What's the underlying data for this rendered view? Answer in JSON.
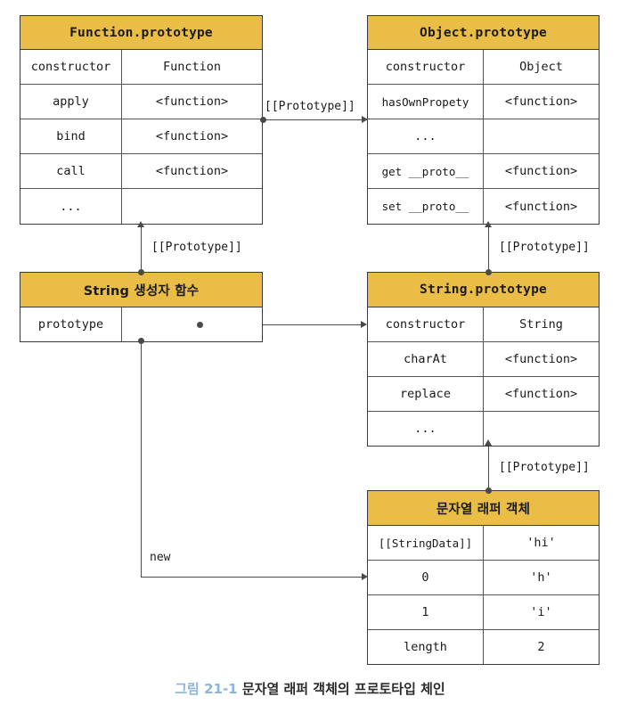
{
  "diagram": {
    "title_caption_number": "그림 21-1",
    "title_caption_text": "문자열 래퍼 객체의 프로토타입 체인",
    "accent_header_color": "#e9bd46",
    "line_color": "#4a4a4a",
    "caption_number_color": "#8cb4dd"
  },
  "boxes": {
    "function_prototype": {
      "title": "Function.prototype",
      "rows": [
        {
          "key": "constructor",
          "value": "Function"
        },
        {
          "key": "apply",
          "value": "<function>"
        },
        {
          "key": "bind",
          "value": "<function>"
        },
        {
          "key": "call",
          "value": "<function>"
        },
        {
          "key": "...",
          "value": ""
        }
      ]
    },
    "object_prototype": {
      "title": "Object.prototype",
      "rows": [
        {
          "key": "constructor",
          "value": "Object"
        },
        {
          "key": "hasOwnPropety",
          "value": "<function>"
        },
        {
          "key": "...",
          "value": ""
        },
        {
          "key": "get __proto__",
          "value": "<function>"
        },
        {
          "key": "set __proto__",
          "value": "<function>"
        }
      ]
    },
    "string_constructor": {
      "title": "String 생성자 함수",
      "rows": [
        {
          "key": "prototype",
          "value": ""
        }
      ]
    },
    "string_prototype": {
      "title": "String.prototype",
      "rows": [
        {
          "key": "constructor",
          "value": "String"
        },
        {
          "key": "charAt",
          "value": "<function>"
        },
        {
          "key": "replace",
          "value": "<function>"
        },
        {
          "key": "...",
          "value": ""
        }
      ]
    },
    "string_wrapper_object": {
      "title": "문자열 래퍼 객체",
      "rows": [
        {
          "key": "[[StringData]]",
          "value": "'hi'"
        },
        {
          "key": "0",
          "value": "'h'"
        },
        {
          "key": "1",
          "value": "'i'"
        },
        {
          "key": "length",
          "value": "2"
        }
      ]
    }
  },
  "edges": {
    "fnproto_to_objproto": "[[Prototype]]",
    "stringctor_to_fnproto": "[[Prototype]]",
    "stringproto_to_objproto": "[[Prototype]]",
    "wrapper_to_stringproto": "[[Prototype]]",
    "stringctor_new_wrapper": "new"
  }
}
